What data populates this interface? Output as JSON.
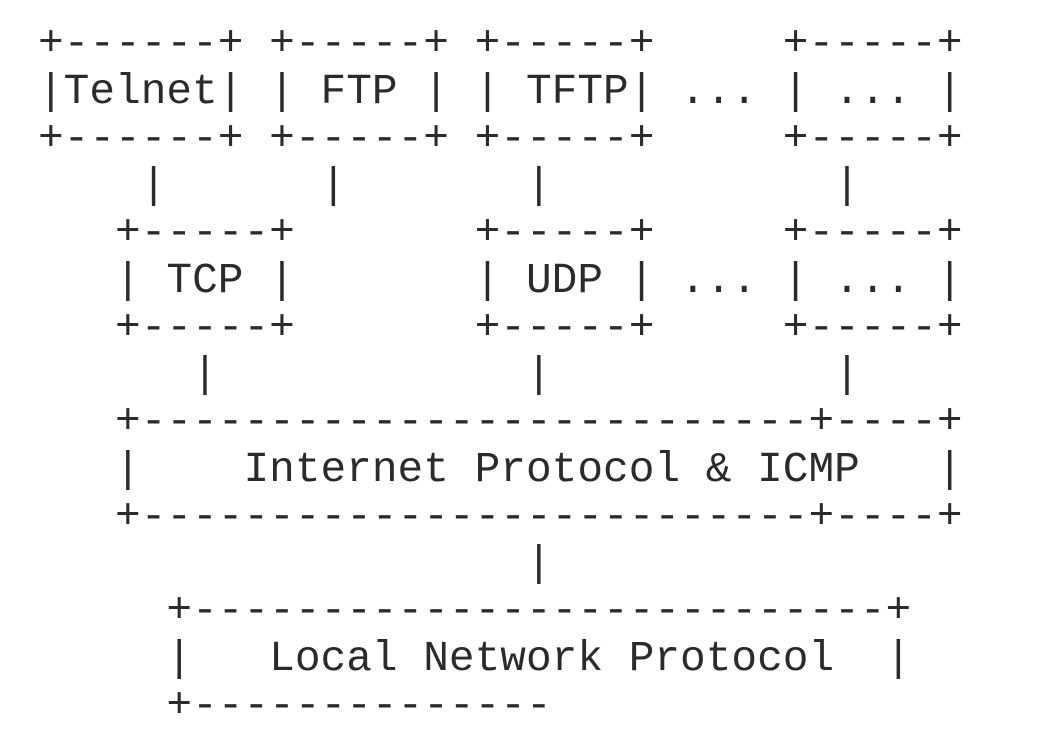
{
  "diagram": {
    "lines": [
      "+------+ +-----+ +-----+     +-----+",
      "|Telnet| | FTP | | TFTP| ... | ... |",
      "+------+ +-----+ +-----+     +-----+",
      "    |      |       |           |",
      "   +-----+       +-----+     +-----+",
      "   | TCP |       | UDP | ... | ... |",
      "   +-----+       +-----+     +-----+",
      "      |            |           |",
      "   +--------------------------+----+",
      "   |    Internet Protocol & ICMP   |",
      "   +--------------------------+----+",
      "                   |",
      "     +---------------------------+",
      "     |   Local Network Protocol  |",
      "     +--------------"
    ]
  },
  "colors": {
    "ink": "#2b2b2b",
    "background": "#ffffff"
  }
}
